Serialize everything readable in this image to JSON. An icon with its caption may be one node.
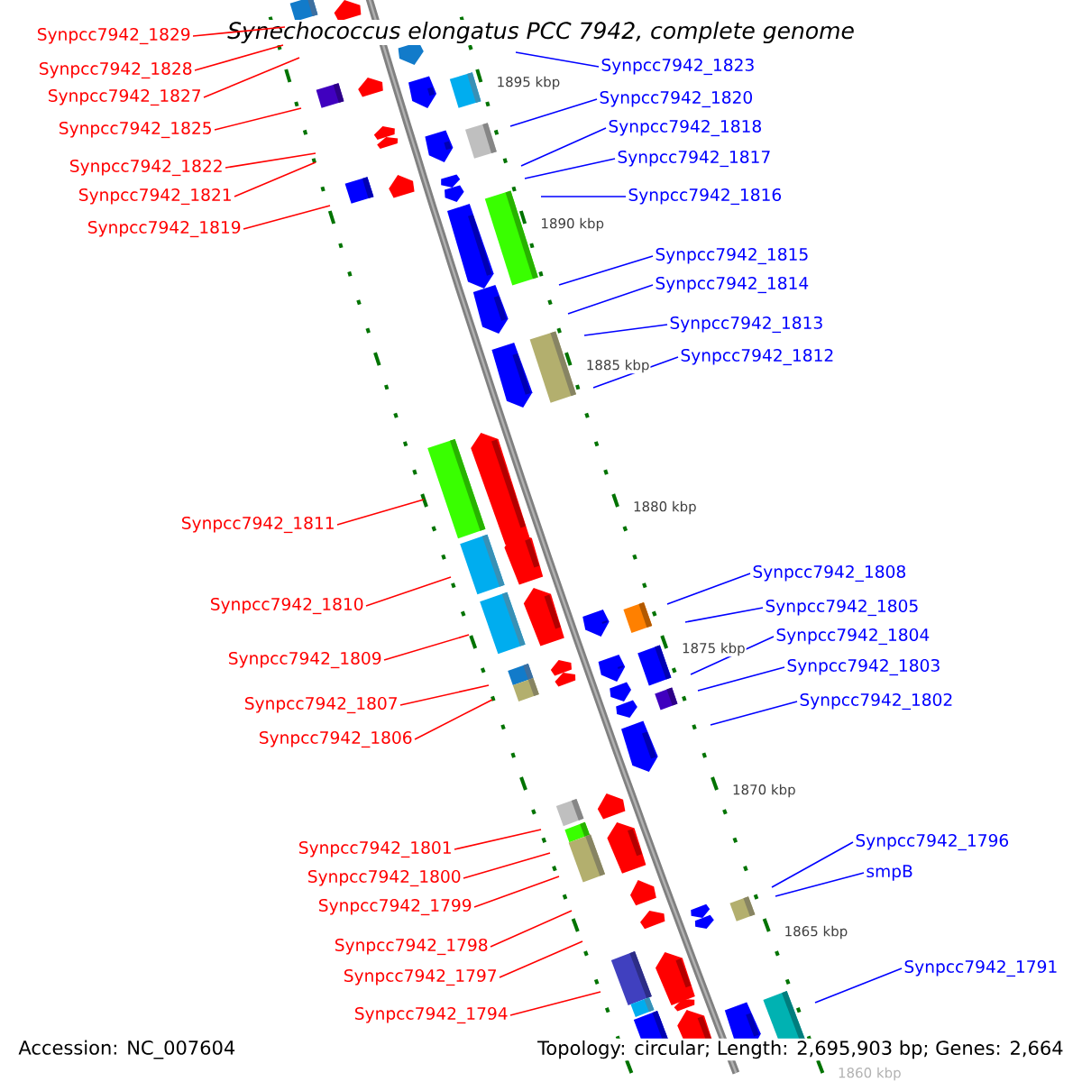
{
  "diagram": {
    "title": "Synechococcus elongatus PCC 7942, complete genome",
    "nodes": [
      {
        "text": [
          "Synpcc7942_1829"
        ]
      },
      {
        "text": [
          "Synpcc7942_1828"
        ]
      },
      {
        "text": [
          "Synpcc7942_1827"
        ]
      },
      {
        "text": [
          "Synpcc7942_1825"
        ]
      },
      {
        "text": [
          "Synpcc7942_1822"
        ]
      },
      {
        "text": [
          "Synpcc7942_1821"
        ]
      },
      {
        "text": [
          "Synpcc7942_1819"
        ]
      },
      {
        "text": [
          "Synpcc7942_1811"
        ]
      },
      {
        "text": [
          "Synpcc7942_1810"
        ]
      },
      {
        "text": [
          "Synpcc7942_1809"
        ]
      },
      {
        "text": [
          "Synpcc7942_1807"
        ]
      },
      {
        "text": [
          "Synpcc7942_1806"
        ]
      },
      {
        "text": [
          "Synpcc7942_1801"
        ]
      },
      {
        "text": [
          "Synpcc7942_1800"
        ]
      },
      {
        "text": [
          "Synpcc7942_1799"
        ]
      },
      {
        "text": [
          "Synpcc7942_1798"
        ]
      },
      {
        "text": [
          "Synpcc7942_1797"
        ]
      },
      {
        "text": [
          "Synpcc7942_1794"
        ]
      },
      {
        "text": [
          "Synpcc7942_1823"
        ]
      },
      {
        "text": [
          "Synpcc7942_1820"
        ]
      },
      {
        "text": [
          "Synpcc7942_1818"
        ]
      },
      {
        "text": [
          "Synpcc7942_1817"
        ]
      },
      {
        "text": [
          "Synpcc7942_1816"
        ]
      },
      {
        "text": [
          "Synpcc7942_1815"
        ]
      },
      {
        "text": [
          "Synpcc7942_1814"
        ]
      },
      {
        "text": [
          "Synpcc7942_1813"
        ]
      },
      {
        "text": [
          "Synpcc7942_1812"
        ]
      },
      {
        "text": [
          "Synpcc7942_1808"
        ]
      },
      {
        "text": [
          "Synpcc7942_1805"
        ]
      },
      {
        "text": [
          "Synpcc7942_1804"
        ]
      },
      {
        "text": [
          "Synpcc7942_1803"
        ]
      },
      {
        "text": [
          "Synpcc7942_1802"
        ]
      },
      {
        "text": [
          "Synpcc7942_1796"
        ]
      },
      {
        "text": [
          "smpB"
        ]
      },
      {
        "text": [
          "Synpcc7942_1791"
        ]
      }
    ],
    "edges": [
      {
        "from": 0,
        "to": null,
        "arrow": "none",
        "color": "#ff0000"
      },
      {
        "from": 1,
        "to": null,
        "arrow": "none",
        "color": "#ff0000"
      },
      {
        "from": 2,
        "to": null,
        "arrow": "none",
        "color": "#ff0000"
      },
      {
        "from": 3,
        "to": null,
        "arrow": "none",
        "color": "#ff0000"
      },
      {
        "from": 4,
        "to": null,
        "arrow": "none",
        "color": "#ff0000"
      },
      {
        "from": 5,
        "to": null,
        "arrow": "none",
        "color": "#ff0000"
      },
      {
        "from": 6,
        "to": null,
        "arrow": "none",
        "color": "#ff0000"
      },
      {
        "from": 7,
        "to": null,
        "arrow": "none",
        "color": "#ff0000"
      },
      {
        "from": 8,
        "to": null,
        "arrow": "none",
        "color": "#ff0000"
      },
      {
        "from": 9,
        "to": null,
        "arrow": "none",
        "color": "#ff0000"
      },
      {
        "from": 10,
        "to": null,
        "arrow": "none",
        "color": "#ff0000"
      },
      {
        "from": 11,
        "to": null,
        "arrow": "none",
        "color": "#ff0000"
      },
      {
        "from": 12,
        "to": null,
        "arrow": "none",
        "color": "#ff0000"
      },
      {
        "from": 13,
        "to": null,
        "arrow": "none",
        "color": "#ff0000"
      },
      {
        "from": 14,
        "to": null,
        "arrow": "none",
        "color": "#ff0000"
      },
      {
        "from": 15,
        "to": null,
        "arrow": "none",
        "color": "#ff0000"
      },
      {
        "from": 16,
        "to": null,
        "arrow": "none",
        "color": "#ff0000"
      },
      {
        "from": 17,
        "to": null,
        "arrow": "none",
        "color": "#ff0000"
      },
      {
        "from": 18,
        "to": null,
        "arrow": "none",
        "color": "#0000ff"
      },
      {
        "from": 19,
        "to": null,
        "arrow": "none",
        "color": "#0000ff"
      },
      {
        "from": 20,
        "to": null,
        "arrow": "none",
        "color": "#0000ff"
      },
      {
        "from": 21,
        "to": null,
        "arrow": "none",
        "color": "#0000ff"
      },
      {
        "from": 22,
        "to": null,
        "arrow": "none",
        "color": "#0000ff"
      },
      {
        "from": 23,
        "to": null,
        "arrow": "none",
        "color": "#0000ff"
      },
      {
        "from": 24,
        "to": null,
        "arrow": "none",
        "color": "#0000ff"
      },
      {
        "from": 25,
        "to": null,
        "arrow": "none",
        "color": "#0000ff"
      },
      {
        "from": 26,
        "to": null,
        "arrow": "none",
        "color": "#0000ff"
      },
      {
        "from": 27,
        "to": null,
        "arrow": "none",
        "color": "#0000ff"
      },
      {
        "from": 28,
        "to": null,
        "arrow": "none",
        "color": "#0000ff"
      },
      {
        "from": 29,
        "to": null,
        "arrow": "none",
        "color": "#0000ff"
      },
      {
        "from": 30,
        "to": null,
        "arrow": "none",
        "color": "#0000ff"
      },
      {
        "from": 31,
        "to": null,
        "arrow": "none",
        "color": "#0000ff"
      },
      {
        "from": 32,
        "to": null,
        "arrow": "none",
        "color": "#0000ff"
      },
      {
        "from": 33,
        "to": null,
        "arrow": "none",
        "color": "#0000ff"
      },
      {
        "from": 34,
        "to": null,
        "arrow": "none",
        "color": "#0000ff"
      }
    ],
    "labels": [
      "1895 kbp",
      "1890 kbp",
      "1885 kbp",
      "1880 kbp",
      "1875 kbp",
      "1870 kbp",
      "1865 kbp",
      "1860 kbp",
      "Accession: NC_007604",
      "Topology: circular; Length: 2,695,903 bp; Genes: 2,664"
    ]
  }
}
